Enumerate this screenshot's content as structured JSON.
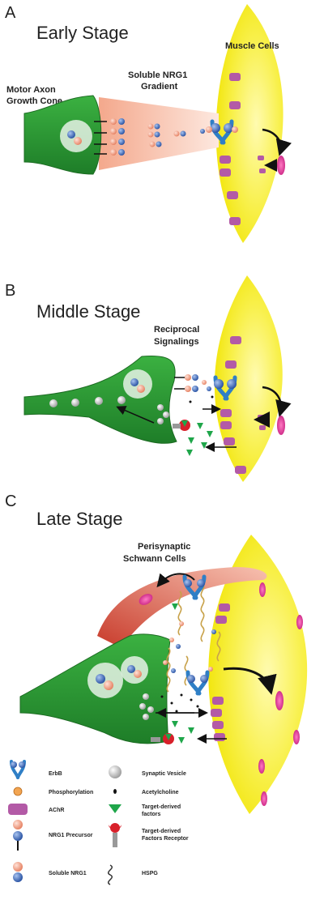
{
  "panels": {
    "a": {
      "letter": "A",
      "title": "Early Stage",
      "label_muscle": "Muscle Cells",
      "label_gradient_1": "Soluble NRG1",
      "label_gradient_2": "Gradient",
      "label_axon_1": "Motor Axon",
      "label_axon_2": "Growth Cone"
    },
    "b": {
      "letter": "B",
      "title": "Middle Stage",
      "label_signal_1": "Reciprocal",
      "label_signal_2": "Signalings"
    },
    "c": {
      "letter": "C",
      "title": "Late Stage",
      "label_schwann_1": "Perisynaptic",
      "label_schwann_2": "Schwann Cells"
    }
  },
  "legend": {
    "erbb": "ErbB",
    "synaptic_vesicle": "Synaptic Vesicle",
    "phosphorylation": "Phosphorylation",
    "acetylcholine": "Acetylcholine",
    "achr": "AChR",
    "target_factors_1": "Target-derived",
    "target_factors_2": "factors",
    "nrg1_precursor": "NRG1 Precursor",
    "receptor_1": "Target-derived",
    "receptor_2": "Factors Receptor",
    "soluble_nrg1": "Soluble NRG1",
    "hspg": "HSPG"
  },
  "colors": {
    "muscle": "#f5f01c",
    "axon": "#2e9a35",
    "gradient": "#f5b39a",
    "achr": "#b35aa6",
    "erbb": "#3b8fd4",
    "nrg1_pink": "#f0a58a",
    "nrg1_blue": "#3565b5",
    "factor_green": "#1fa64a",
    "receptor_red": "#d8202a",
    "schwann": "#e2705c"
  }
}
